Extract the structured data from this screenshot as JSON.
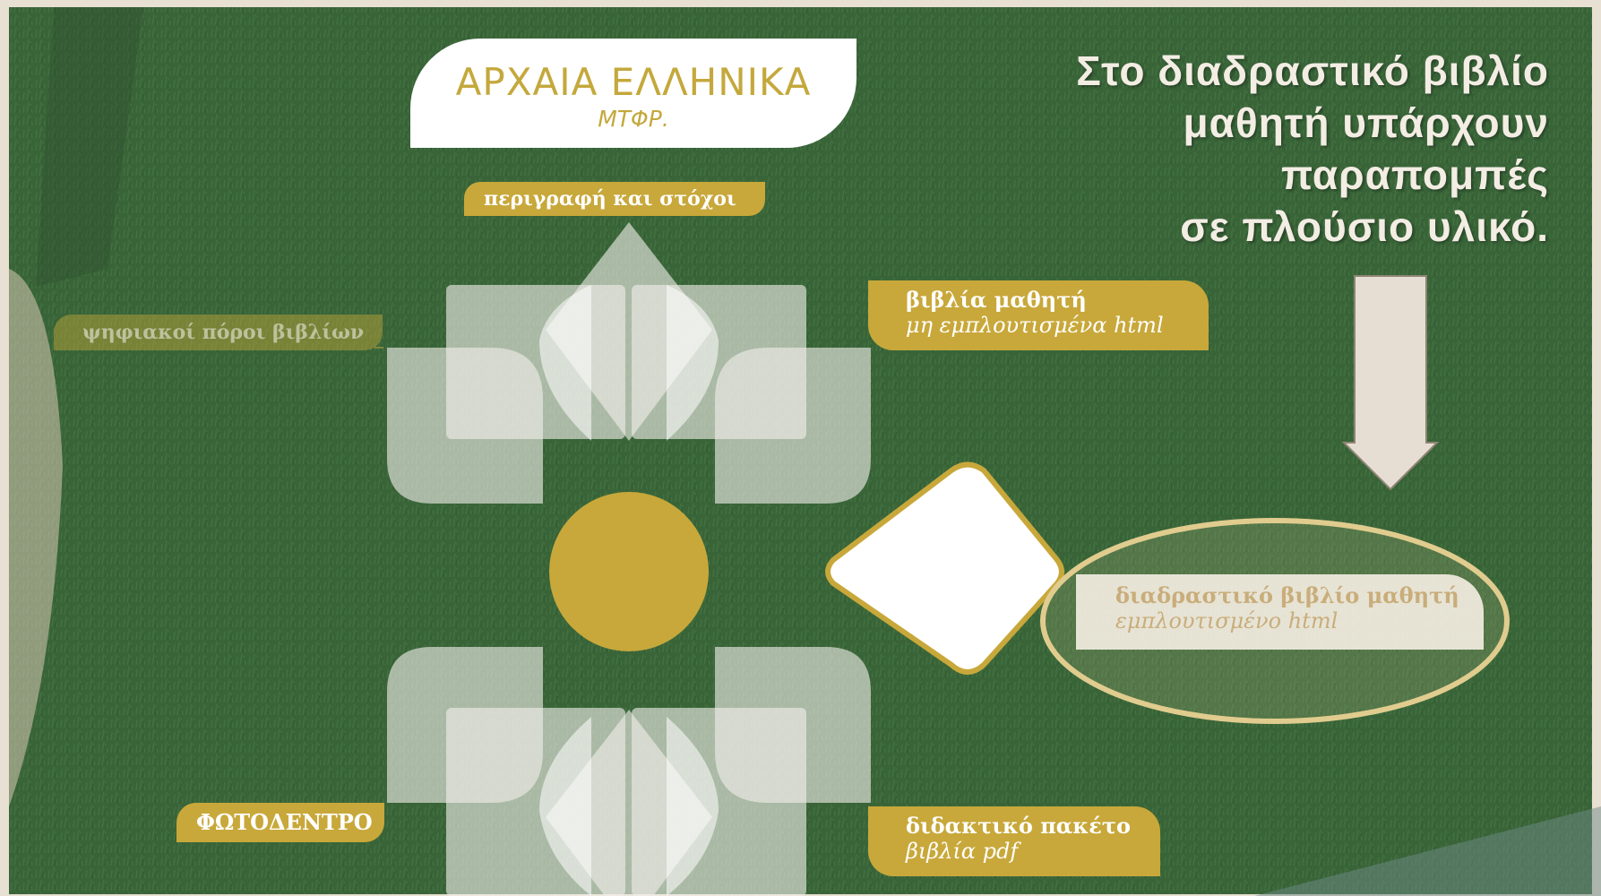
{
  "header": {
    "title": "ΑΡΧΑΙΑ ΕΛΛΗΝΙΚΑ",
    "subtitle": "ΜΤΦΡ."
  },
  "menu": {
    "goals": "περιγραφή και στόχοι",
    "student_books_line1": "βιβλία μαθητή",
    "student_books_line2": "μη εμπλουτισμένα html",
    "digital_resources": "ψηφιακοί πόροι βιβλίων",
    "photodentro": "ΦΩΤΟΔΕΝΤΡΟ",
    "teaching_pack_line1": "διδακτικό πακέτο",
    "teaching_pack_line2": "βιβλία pdf",
    "interactive_line1": "διαδραστικό βιβλίο μαθητή",
    "interactive_line2": "εμπλουτισμένο html"
  },
  "callout": {
    "line1": "Στο διαδραστικό βιβλίο",
    "line2": "μαθητή υπάρχουν",
    "line3": "παραπομπές",
    "line4": "σε πλούσιο υλικό."
  },
  "colors": {
    "gold": "#c8a83a",
    "grass": "#3e6a3c",
    "frame": "#e8e0d2",
    "arrow": "#e6ded3"
  }
}
